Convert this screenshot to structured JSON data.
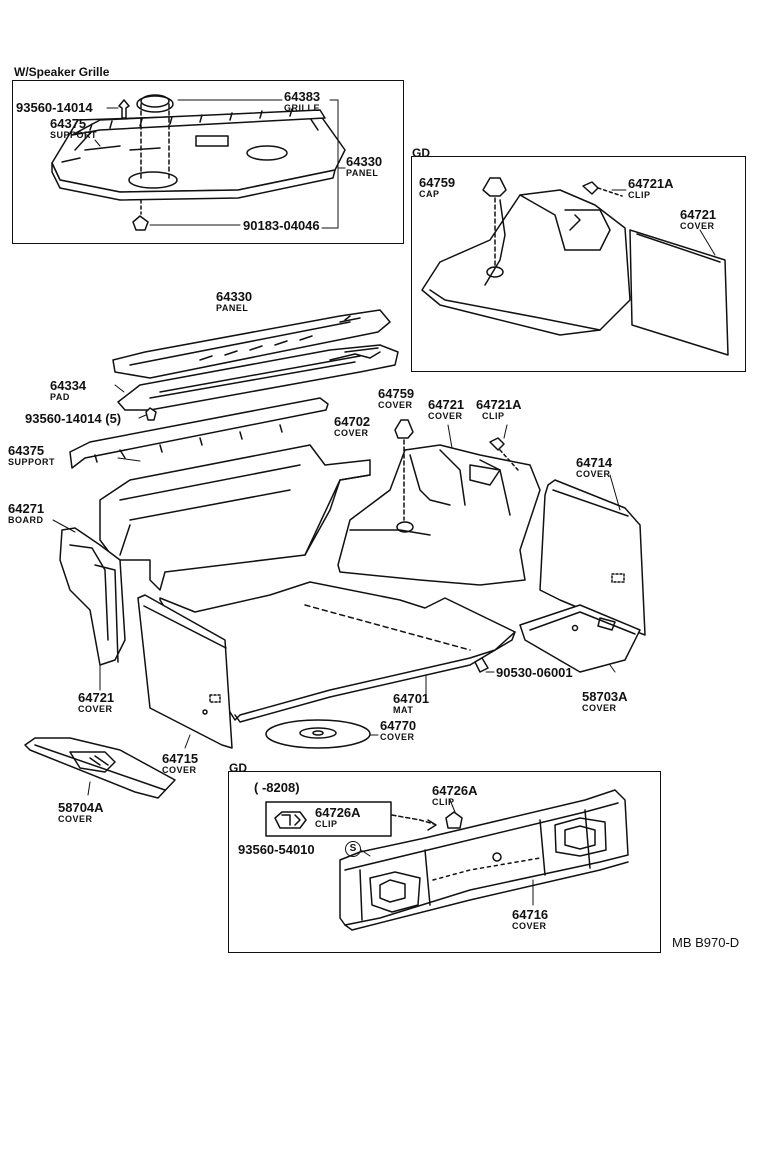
{
  "sections": {
    "speaker": {
      "title": "W/Speaker Grille"
    },
    "gd_top": {
      "title": "GD"
    },
    "gd_bottom": {
      "title": "GD",
      "date_range": "(      -8208)"
    }
  },
  "labels": [
    {
      "id": "s-93560",
      "part": "93560-14014"
    },
    {
      "id": "s-64375",
      "part": "64375",
      "name": "SUPPORT"
    },
    {
      "id": "s-64383",
      "part": "64383",
      "name": "GRILLE"
    },
    {
      "id": "s-64330",
      "part": "64330",
      "name": "PANEL"
    },
    {
      "id": "s-90183",
      "part": "90183-04046"
    },
    {
      "id": "g-64759",
      "part": "64759",
      "name": "CAP"
    },
    {
      "id": "g-64721A",
      "part": "64721A",
      "name": "CLIP"
    },
    {
      "id": "g-64721",
      "part": "64721",
      "name": "COVER"
    },
    {
      "id": "m-64330",
      "part": "64330",
      "name": "PANEL"
    },
    {
      "id": "m-64334",
      "part": "64334",
      "name": "PAD"
    },
    {
      "id": "m-93560",
      "part": "93560-14014 (5)"
    },
    {
      "id": "m-64375",
      "part": "64375",
      "name": "SUPPORT"
    },
    {
      "id": "m-64271",
      "part": "64271",
      "name": "BOARD"
    },
    {
      "id": "m-64702",
      "part": "64702",
      "name": "COVER"
    },
    {
      "id": "m-64759",
      "part": "64759",
      "name": "COVER"
    },
    {
      "id": "m-64721",
      "part": "64721",
      "name": "COVER"
    },
    {
      "id": "m-64721A",
      "part": "64721A",
      "name": "CLIP"
    },
    {
      "id": "m-64714",
      "part": "64714",
      "name": "COVER"
    },
    {
      "id": "m-90530",
      "part": "90530-06001"
    },
    {
      "id": "m-58703A",
      "part": "58703A",
      "name": "COVER"
    },
    {
      "id": "m-64701",
      "part": "64701",
      "name": "MAT"
    },
    {
      "id": "m-64721L",
      "part": "64721",
      "name": "COVER"
    },
    {
      "id": "m-64770",
      "part": "64770",
      "name": "COVER"
    },
    {
      "id": "m-64715",
      "part": "64715",
      "name": "COVER"
    },
    {
      "id": "m-58704A",
      "part": "58704A",
      "name": "COVER"
    },
    {
      "id": "b-64726A-in",
      "part": "64726A",
      "name": "CLIP"
    },
    {
      "id": "b-64726A",
      "part": "64726A",
      "name": "CLIP"
    },
    {
      "id": "b-93560",
      "part": "93560-54010",
      "symbol": "S"
    },
    {
      "id": "b-64716",
      "part": "64716",
      "name": "COVER"
    }
  ],
  "figure_code": "MB B970-D"
}
